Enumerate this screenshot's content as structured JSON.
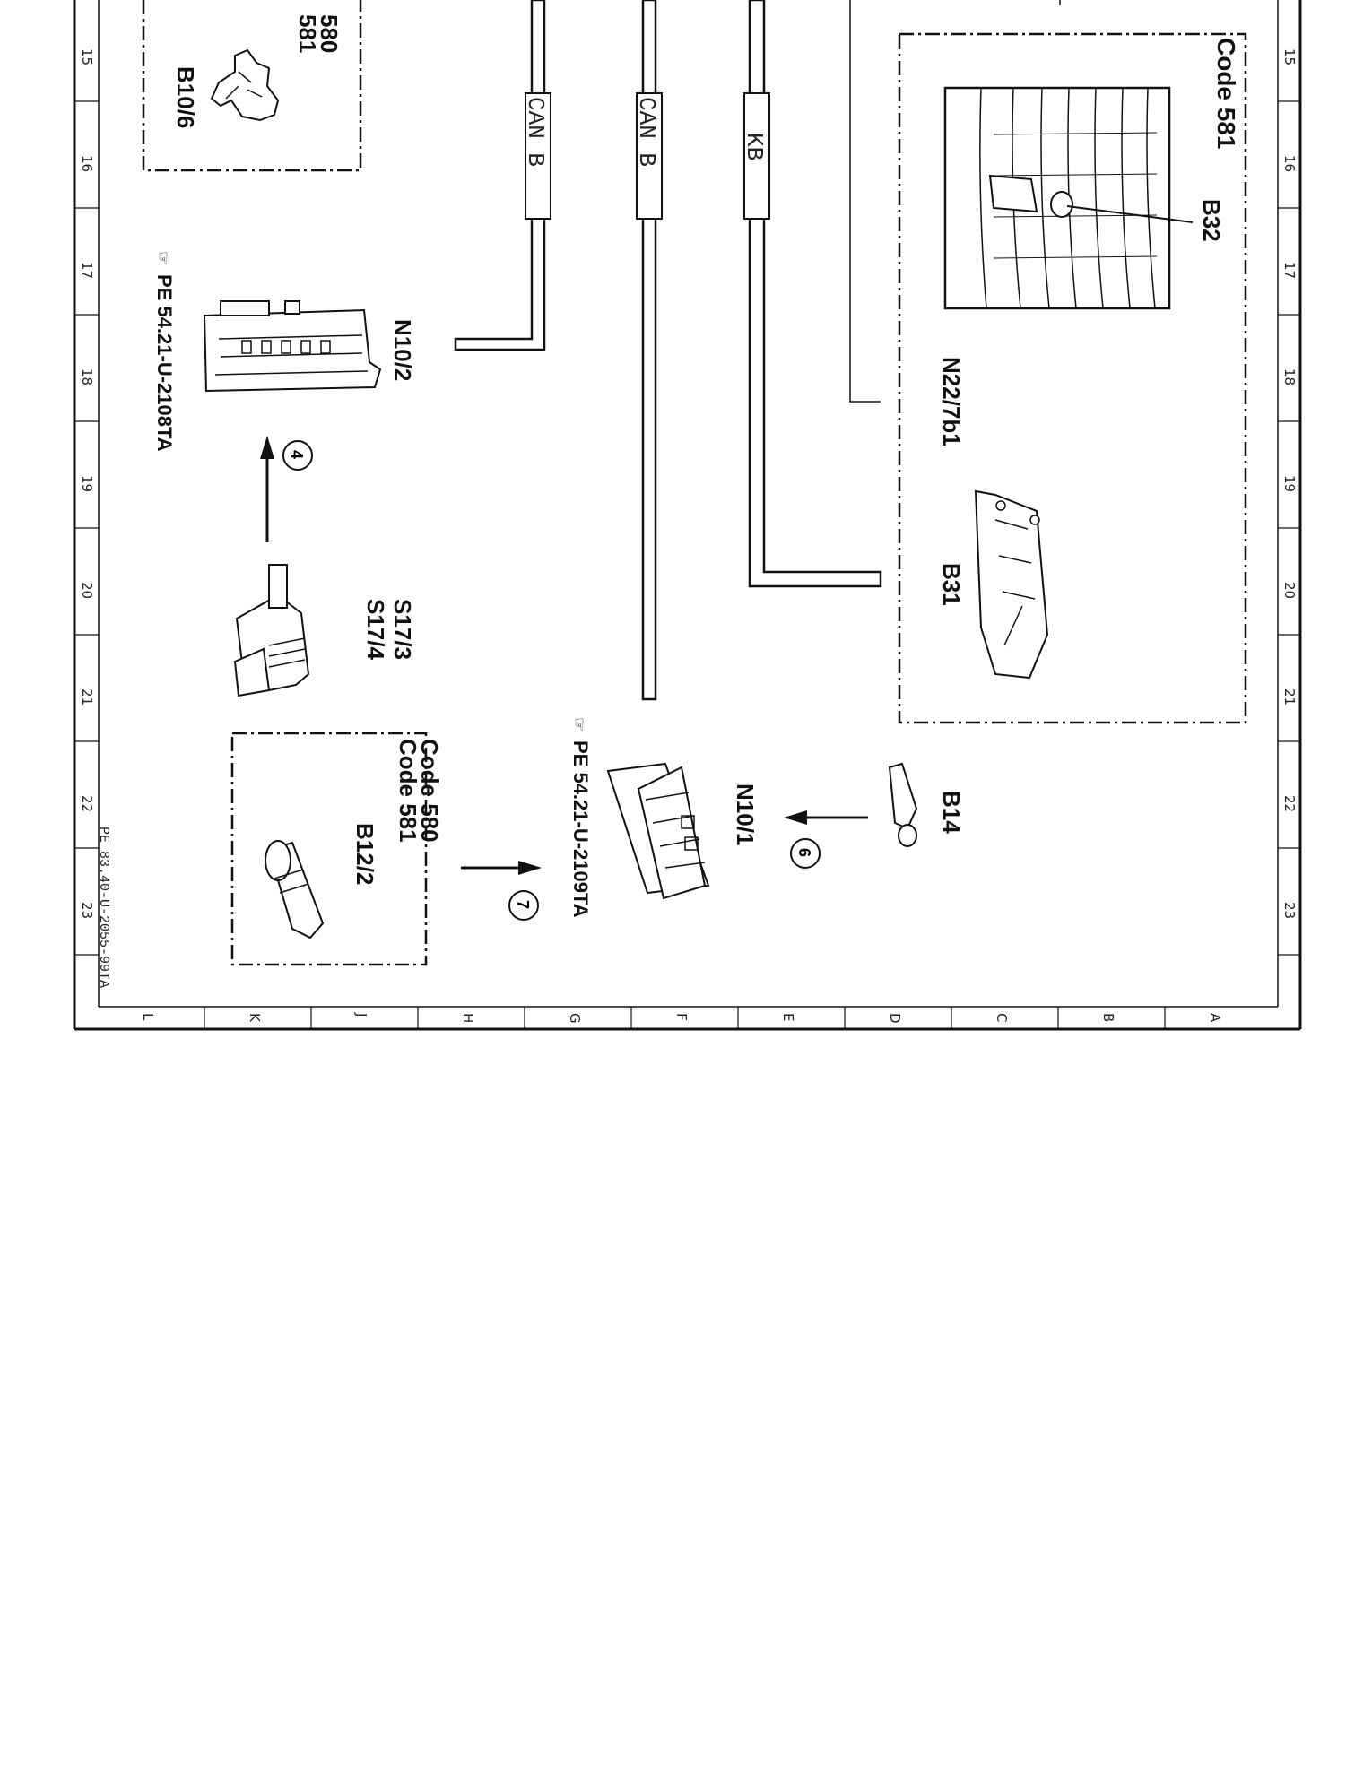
{
  "drawing": {
    "ref": "PE 83.40-U-2055-99TA",
    "row_numbers": [
      "15",
      "16",
      "17",
      "18",
      "19",
      "20",
      "21",
      "22",
      "23"
    ],
    "column_letters": [
      "L",
      "K",
      "J",
      "H",
      "G",
      "F",
      "E",
      "D",
      "C",
      "B",
      "A"
    ]
  },
  "buses": {
    "can_b_1": "CAN B",
    "can_b_2": "CAN B",
    "kb": "KB"
  },
  "components": {
    "b10_6": {
      "id": "B10/6",
      "code_top_a": "580",
      "code_top_b": "581"
    },
    "n10_2": {
      "id": "N10/2",
      "ref": "PE 54.21-U-2108TA"
    },
    "s17": {
      "id_a": "S17/3",
      "id_b": "S17/4"
    },
    "b12_2": {
      "id": "B12/2",
      "code_a": "Code 580",
      "code_b": "Code 581"
    },
    "n10_1": {
      "id": "N10/1",
      "ref": "PE 54.21-U-2109TA"
    },
    "n22_7b1": {
      "id": "N22/7b1"
    },
    "b31": {
      "id": "B31"
    },
    "b32": {
      "id": "B32",
      "code": "Code 581"
    },
    "b14": {
      "id": "B14"
    }
  },
  "callouts": {
    "four": "4",
    "six": "6",
    "seven": "7"
  }
}
